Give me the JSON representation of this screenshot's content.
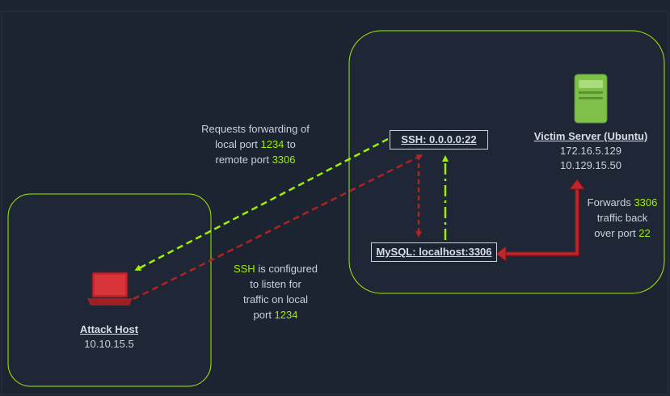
{
  "attack_host": {
    "title": "Attack Host",
    "ip": "10.10.15.5"
  },
  "victim": {
    "title": "Victim Server (Ubuntu)",
    "ip1": "172.16.5.129",
    "ip2": "10.129.15.50"
  },
  "ssh_box": {
    "label": "SSH: 0.0.0.0:22"
  },
  "mysql_box": {
    "label": "MySQL: localhost:3306"
  },
  "note_request": {
    "pre": "Requests forwarding of",
    "l2a": "local port ",
    "l2b": "1234",
    "l2c": " to",
    "l3a": "remote port ",
    "l3b": "3306"
  },
  "note_listen": {
    "l1a": "SSH",
    "l1b": " is configured",
    "l2": "to listen for",
    "l3": "traffic on local",
    "l4a": "port ",
    "l4b": "1234"
  },
  "note_forward": {
    "l1a": "Forwards ",
    "l1b": "3306",
    "l2": "traffic back",
    "l3a": "over port ",
    "l3b": "22"
  },
  "colors": {
    "background": "#1c2331",
    "accent_green": "#9fef00",
    "arrow_red": "#b22222",
    "laptop_red": "#c0262c",
    "server_green": "#7fc04a"
  },
  "icons": {
    "attack": "laptop-icon",
    "victim": "server-icon"
  }
}
